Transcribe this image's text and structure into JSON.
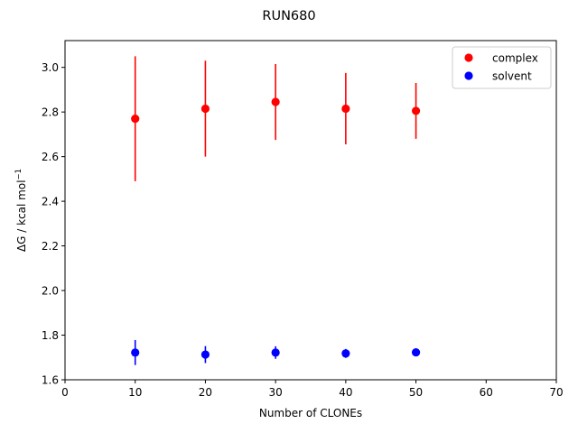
{
  "chart_data": {
    "type": "scatter",
    "title": "RUN680",
    "xlabel": "Number of CLONEs",
    "ylabel_main": "ΔG / kcal mol",
    "ylabel_sup": "−1",
    "xlim": [
      0,
      70
    ],
    "ylim": [
      1.6,
      3.12
    ],
    "xticks": [
      0,
      10,
      20,
      30,
      40,
      50,
      60,
      70
    ],
    "xtick_labels": [
      "0",
      "10",
      "20",
      "30",
      "40",
      "50",
      "60",
      "70"
    ],
    "yticks": [
      1.6,
      1.8,
      2.0,
      2.2,
      2.4,
      2.6,
      2.8,
      3.0
    ],
    "ytick_labels": [
      "1.6",
      "1.8",
      "2.0",
      "2.2",
      "2.4",
      "2.6",
      "2.8",
      "3.0"
    ],
    "grid": false,
    "legend_position": "top-right",
    "series": [
      {
        "name": "complex",
        "color": "#ff0000",
        "x": [
          10,
          20,
          30,
          40,
          50
        ],
        "y": [
          2.77,
          2.815,
          2.845,
          2.815,
          2.805
        ],
        "yerr": [
          0.28,
          0.215,
          0.17,
          0.16,
          0.125
        ]
      },
      {
        "name": "solvent",
        "color": "#0000ff",
        "x": [
          10,
          20,
          30,
          40,
          50
        ],
        "y": [
          1.722,
          1.713,
          1.722,
          1.718,
          1.723
        ],
        "yerr": [
          0.056,
          0.038,
          0.028,
          0.02,
          0.016
        ]
      }
    ]
  }
}
